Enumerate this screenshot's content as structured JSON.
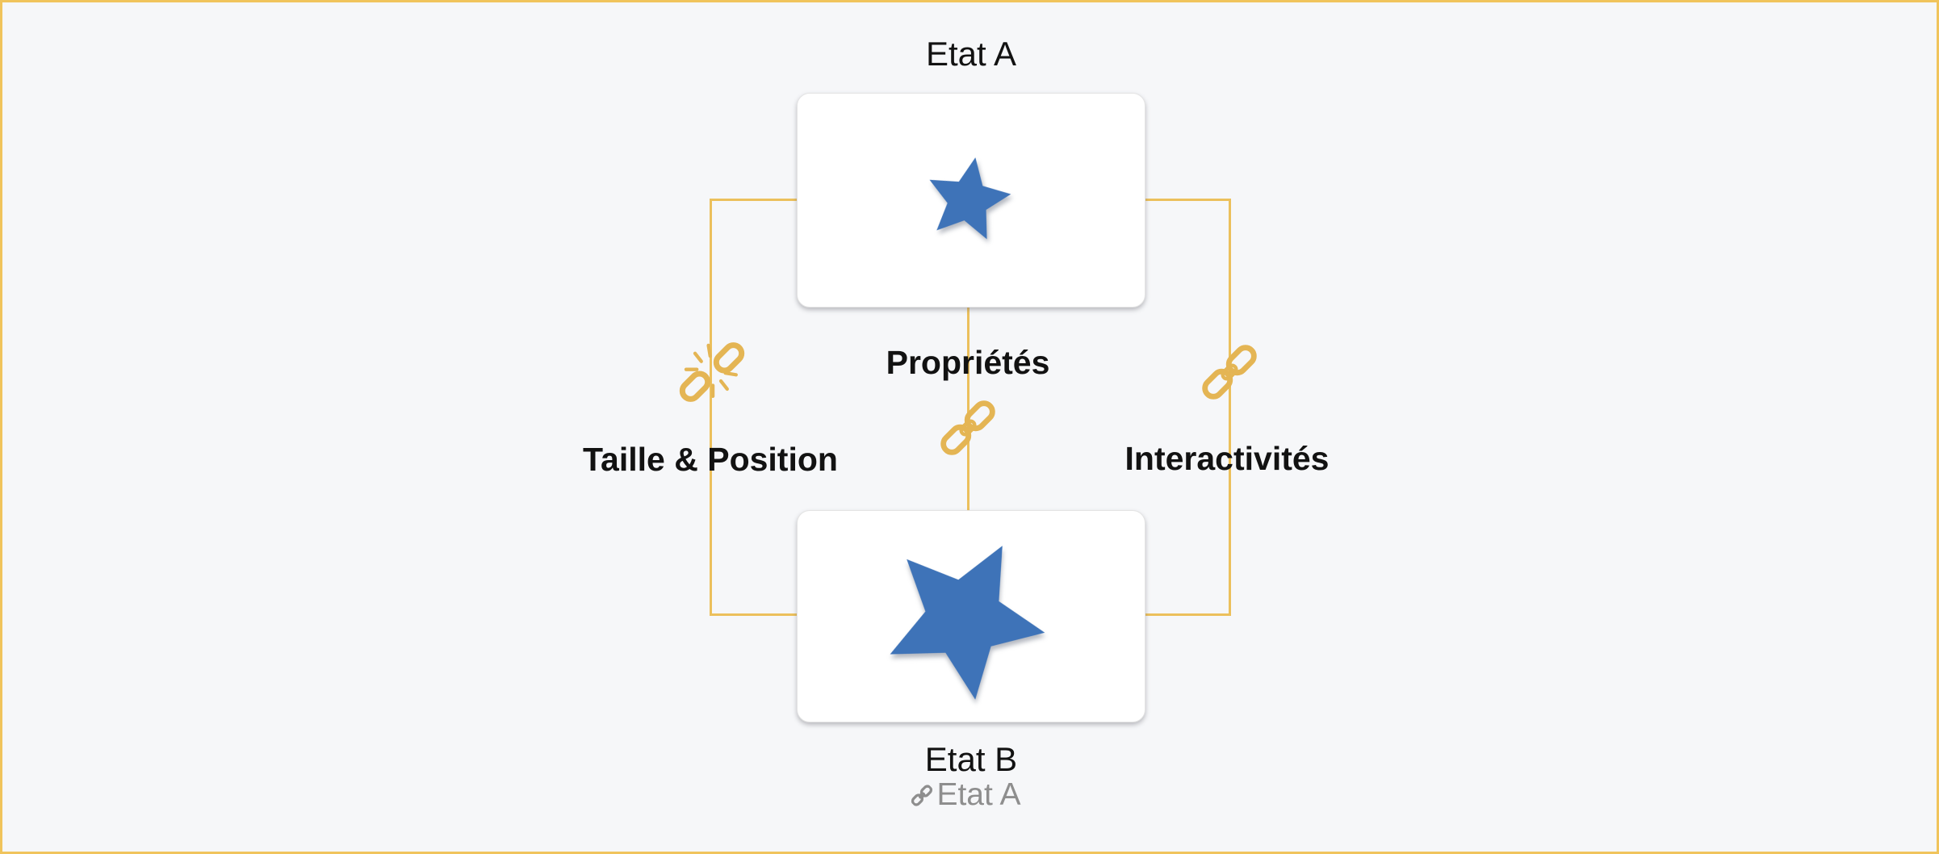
{
  "diagram": {
    "state_a": {
      "title": "Etat A"
    },
    "state_b": {
      "title": "Etat B",
      "inherited_from": "Etat A"
    },
    "connections": {
      "left": {
        "label": "Taille & Position",
        "linked": false
      },
      "center": {
        "label": "Propriétés",
        "linked": true
      },
      "right": {
        "label": "Interactivités",
        "linked": true
      }
    }
  },
  "colors": {
    "background": "#f6f7f9",
    "frame_border": "#f0c45c",
    "gold_line": "#ecc05c",
    "gold_icon": "#e4b554",
    "star_blue": "#3e73b8",
    "text_dark": "#121212",
    "text_gray": "#8e8e8e",
    "card_bg": "#ffffff",
    "card_border": "#e4e4e4"
  }
}
